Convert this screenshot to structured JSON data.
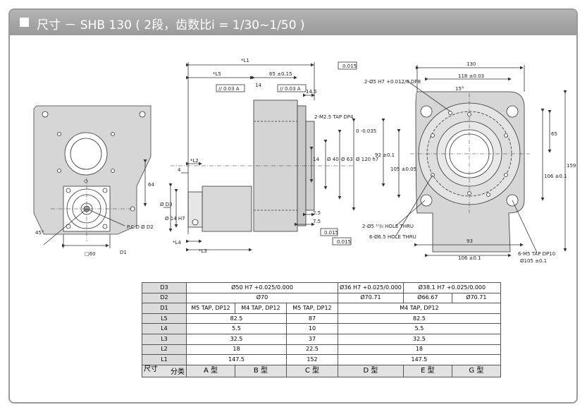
{
  "title": "尺寸 － SHB 130 ( 2段，齿数比i = 1/30~1/50 )",
  "drawing": {
    "left_view": {
      "pcd": "P.C.D Ø D2",
      "d1": "D1",
      "sq": "□60",
      "ang": "45°"
    },
    "side_view": {
      "L1": "*L1",
      "L5": "*L5",
      "d65": "65 ±0.15",
      "d14": "14",
      "d145": "14.5",
      "tol1": "// 0.03 A",
      "tol2": "// 0.03 A",
      "flat": "0.015",
      "tap": "2-M2.5 TAP DP4",
      "d4": "4",
      "L2": "*L2",
      "L4": "*L4",
      "L3": "*L3",
      "D3": "Ø D3",
      "d14h": "Ø 14 H7",
      "d25": "2.5",
      "d75": "7.5",
      "d40": "Ø 40",
      "d63": "Ø 63",
      "d120": "Ø 120 h7",
      "fit": "0 -0.035",
      "v14": "14",
      "perp": "0.015",
      "runout": "0.015",
      "dim64": "64"
    },
    "right_view": {
      "d130": "130",
      "d118": "118 ±0.03",
      "hole": "2-Ø5 H7 +0.012/0 DP8",
      "ang15": "15°",
      "d65": "65",
      "d106": "106 ±0.1",
      "d159": "159",
      "d92": "92 ±0.1",
      "d105": "105 ±0.05",
      "ph": "2-Ø5 ¹⁰/₀ HOLE THRU",
      "h6": "6-Ø6.5 HOLE THRU",
      "d93": "93",
      "d106b": "106 ±0.1",
      "tap6": "6-M5 TAP DP10",
      "d105b": "Ø105 ±0.1"
    }
  },
  "table": {
    "rows": [
      {
        "label": "D3",
        "cells": [
          "Ø50 H7 +0.025/0.000",
          "Ø36 H7 +0.025/0.000",
          "Ø38.1 H7 +0.025/0.000"
        ]
      },
      {
        "label": "D2",
        "cells": [
          "Ø70",
          "Ø70.71",
          "Ø66.67",
          "Ø70.71"
        ]
      },
      {
        "label": "D1",
        "cells": [
          "M5 TAP, DP12",
          "M4 TAP, DP12",
          "M5 TAP, DP12",
          "M4 TAP, DP12"
        ]
      },
      {
        "label": "L5",
        "cells": [
          "82.5",
          "87",
          "82.5"
        ]
      },
      {
        "label": "L4",
        "cells": [
          "5.5",
          "10",
          "5.5"
        ]
      },
      {
        "label": "L3",
        "cells": [
          "32.5",
          "37",
          "32.5"
        ]
      },
      {
        "label": "L2",
        "cells": [
          "18",
          "22.5",
          "18"
        ]
      },
      {
        "label": "L1",
        "cells": [
          "147.5",
          "152",
          "147.5"
        ]
      }
    ],
    "corner_top": "尺寸",
    "corner_bottom": "分类",
    "types": [
      "A 型",
      "B 型",
      "C 型",
      "D 型",
      "E 型",
      "G 型"
    ]
  }
}
